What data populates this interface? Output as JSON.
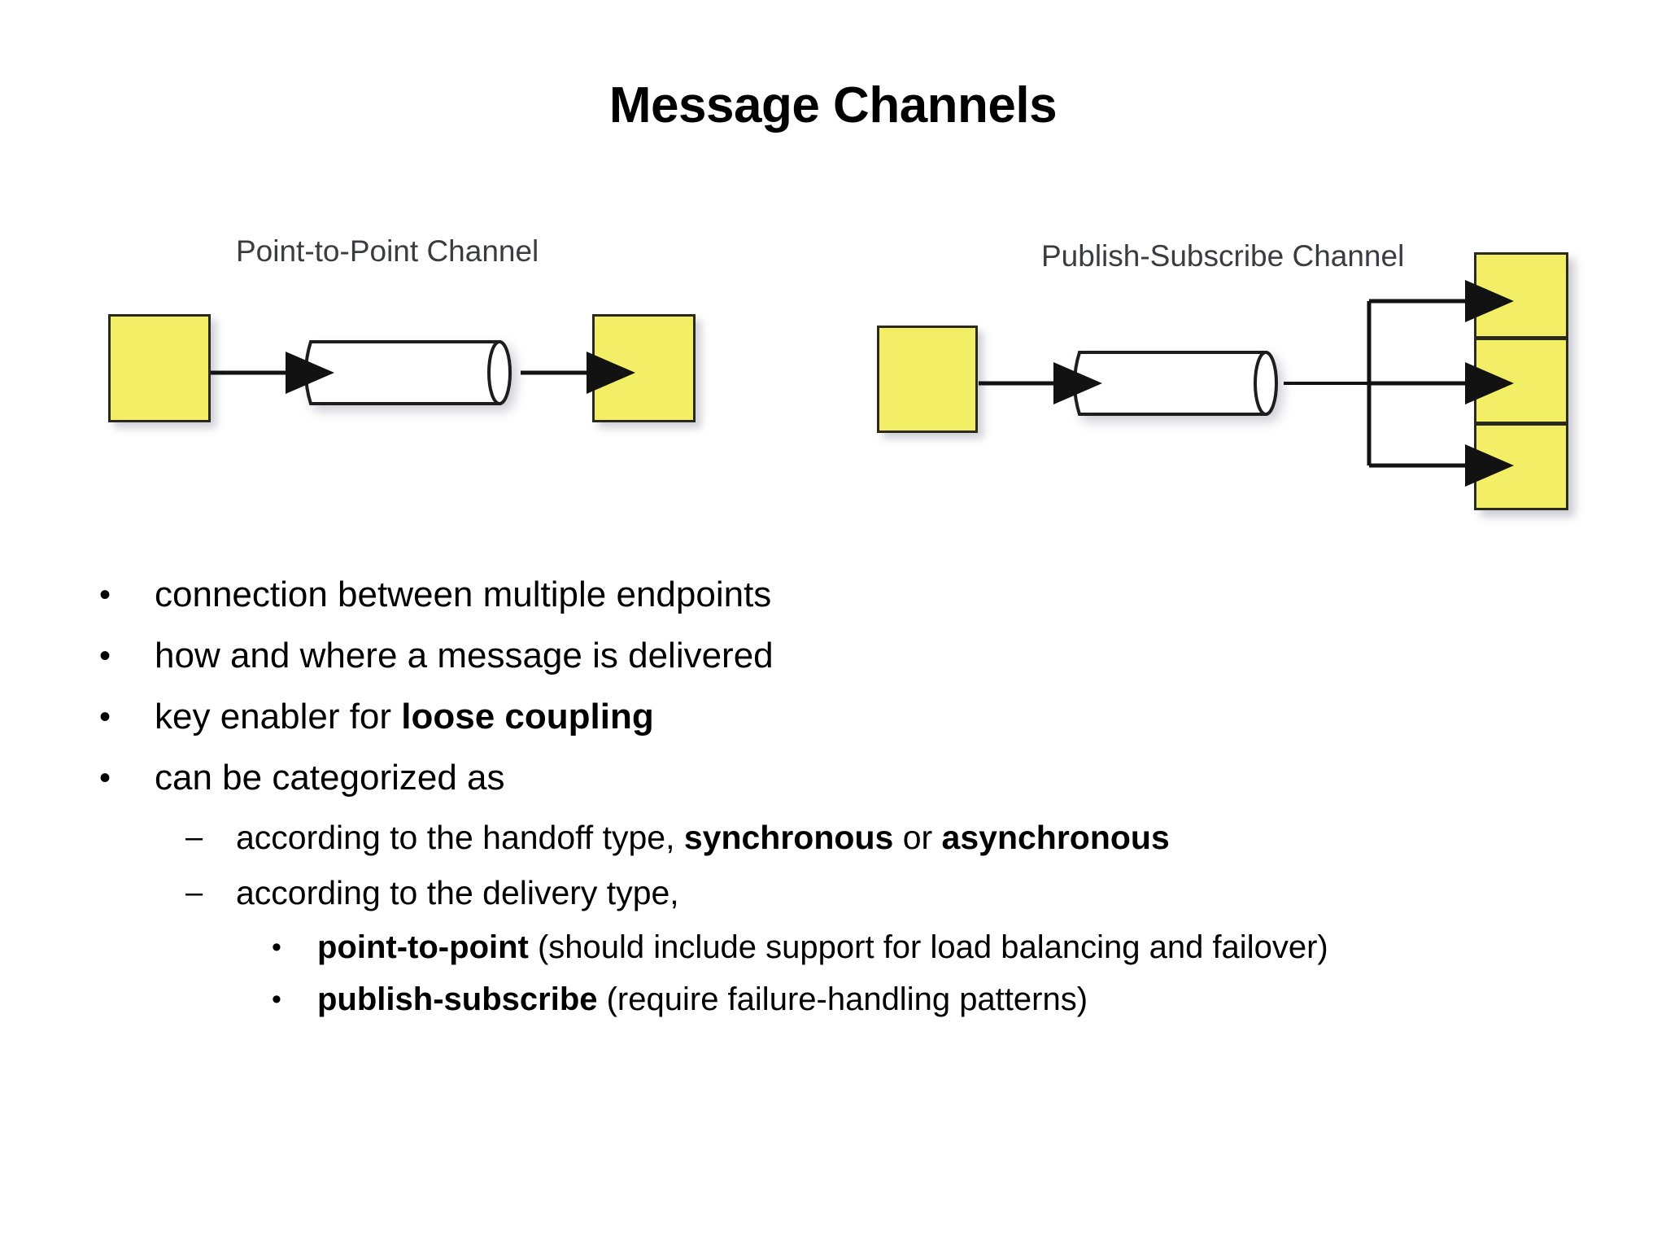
{
  "slide": {
    "title": "Message Channels",
    "background_color": "#ffffff",
    "text_color": "#000000"
  },
  "diagram": {
    "accent_color": "#f2ee66",
    "outline_color": "#2b2a1a",
    "caption_color": "#3b3b42",
    "point_to_point": {
      "caption": "Point-to-Point Channel",
      "sender_label": "",
      "pipe_label": "",
      "receiver_label": ""
    },
    "publish_subscribe": {
      "caption": "Publish-Subscribe Channel",
      "sender_label": "",
      "pipe_label": "",
      "subscriber_count": 3
    }
  },
  "content": {
    "bullets": [
      {
        "level": 1,
        "marker": "•",
        "text": "connection between multiple endpoints"
      },
      {
        "level": 1,
        "marker": "•",
        "text": "how and where a message is delivered"
      },
      {
        "level": 1,
        "marker": "•",
        "text": "key enabler for loose coupling",
        "bold_parts": [
          "loose coupling"
        ]
      },
      {
        "level": 1,
        "marker": "•",
        "text": "can be categorized as"
      },
      {
        "level": 2,
        "marker": "–",
        "text": "according to the handoff type, synchronous or asynchronous",
        "bold_parts": [
          "synchronous",
          "asynchronous"
        ]
      },
      {
        "level": 2,
        "marker": "–",
        "text": "according to the delivery type,"
      },
      {
        "level": 3,
        "marker": "•",
        "text": "point-to-point  (should include support for load balancing and failover)",
        "bold_parts": [
          "point-to-point"
        ]
      },
      {
        "level": 3,
        "marker": "•",
        "text": "publish-subscribe (require failure-handling patterns)",
        "bold_parts": [
          "publish-subscribe"
        ]
      }
    ]
  }
}
